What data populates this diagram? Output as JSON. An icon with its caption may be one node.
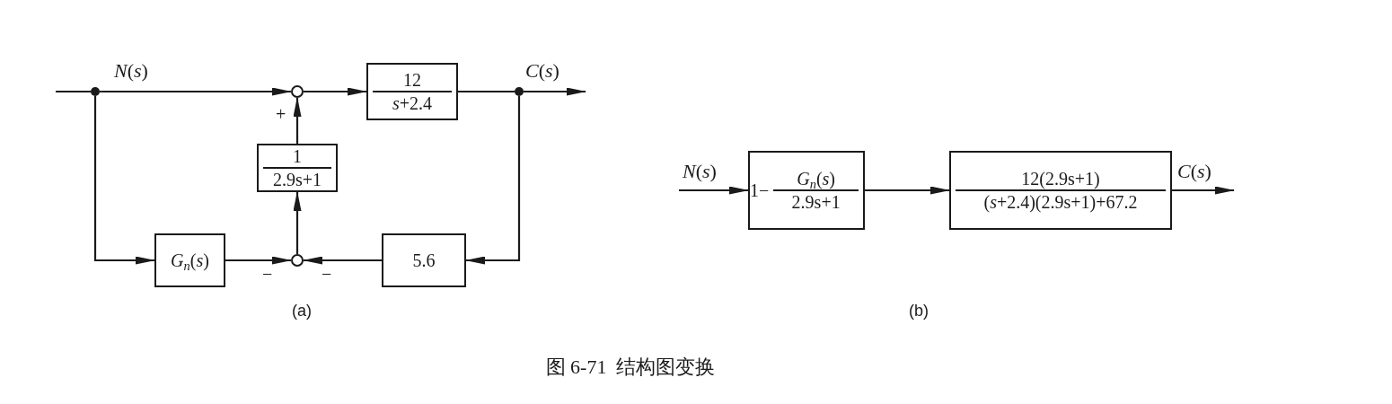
{
  "diagram": {
    "caption": "图 6-71  结构图变换",
    "nodes": [
      {
        "text": [],
        "shape": "dot"
      },
      {
        "text": [],
        "shape": "circle",
        "beside": [
          "+"
        ]
      },
      {
        "text": [
          "12",
          "*s*+2.4"
        ]
      },
      {
        "text": [],
        "shape": "dot"
      },
      {
        "text": [
          "1",
          "2.9s+1"
        ]
      },
      {
        "text": [
          "*G*$_{n}$(*s*)"
        ]
      },
      {
        "text": [],
        "shape": "circle",
        "beside": [
          "−",
          "−"
        ]
      },
      {
        "text": [
          "5.6"
        ]
      },
      {
        "text": [
          "*N*(*s*)"
        ]
      },
      {
        "text": [
          "1−",
          "*G*$_{n}$(*s*)",
          "2.9s+1"
        ]
      },
      {
        "text": [
          "12(2.9s+1)",
          "(*s*+2.4)(2.9s+1)+67.2"
        ]
      },
      {
        "text": [
          "*C*(*s*)"
        ]
      }
    ],
    "edges": [
      {
        "from": null,
        "to": 0,
        "arrow": "none"
      },
      {
        "from": 0,
        "to": 1,
        "arrow": "to"
      },
      {
        "from": 1,
        "to": 2,
        "arrow": "to"
      },
      {
        "from": 2,
        "to": 3,
        "arrow": "none"
      },
      {
        "from": 3,
        "to": null,
        "arrow": "to"
      },
      {
        "from": 3,
        "to": 7,
        "arrow": "to"
      },
      {
        "from": 7,
        "to": 6,
        "arrow": "to"
      },
      {
        "from": 0,
        "to": 5,
        "arrow": "to"
      },
      {
        "from": 5,
        "to": 6,
        "arrow": "to"
      },
      {
        "from": 6,
        "to": 4,
        "arrow": "to"
      },
      {
        "from": 4,
        "to": 1,
        "arrow": "to"
      },
      {
        "from": 8,
        "to": 9,
        "arrow": "to"
      },
      {
        "from": 9,
        "to": 10,
        "arrow": "to"
      },
      {
        "from": 10,
        "to": 11,
        "arrow": "to"
      }
    ],
    "labels": [
      "*N*(*s*)",
      "*C*(*s*)",
      "(a)",
      "(b)"
    ]
  }
}
